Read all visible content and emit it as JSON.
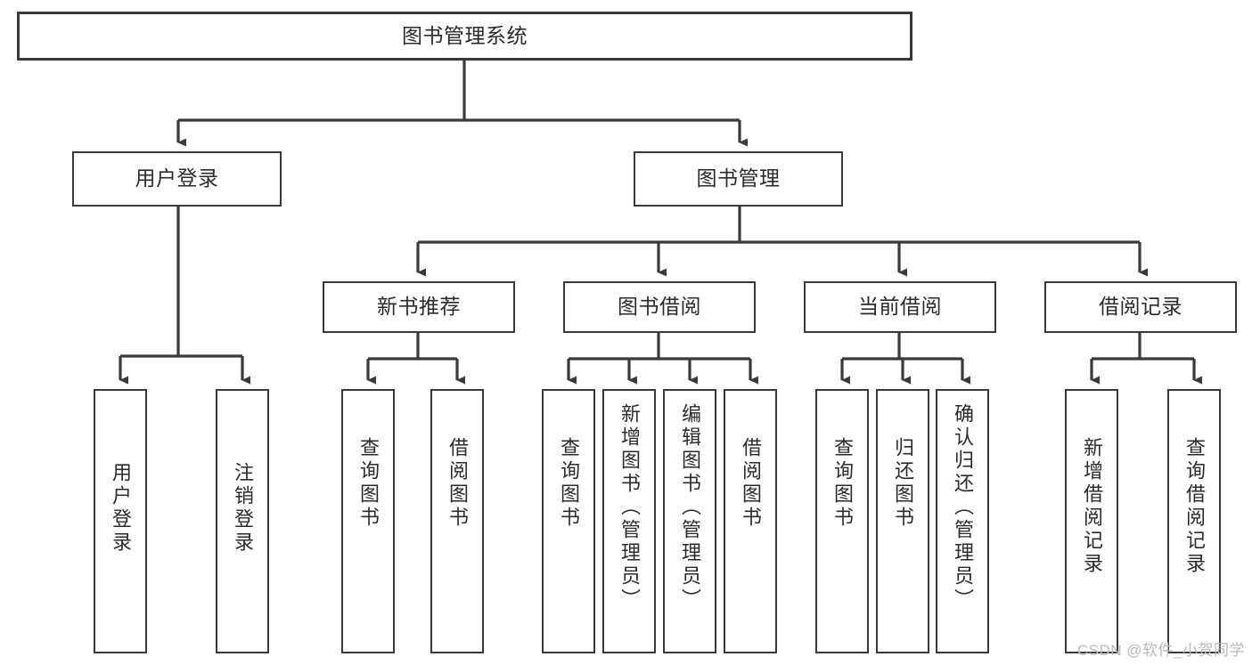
{
  "diagram": {
    "type": "tree",
    "title": "图书管理系统",
    "watermark": "CSDN @软件_小贺同学",
    "colors": {
      "stroke": "#3a3a3a",
      "box_fill": "#ffffff",
      "text": "#2b2b2b",
      "background": "#ffffff",
      "watermark": "#b9b9b9"
    },
    "nodes": {
      "root": {
        "label": "图书管理系统",
        "level": 0
      },
      "user_login": {
        "label": "用户登录",
        "level": 1
      },
      "book_manage": {
        "label": "图书管理",
        "level": 1
      },
      "new_book_rec": {
        "label": "新书推荐",
        "level": 2
      },
      "book_borrow": {
        "label": "图书借阅",
        "level": 2
      },
      "current_borrow": {
        "label": "当前借阅",
        "level": 2
      },
      "borrow_record": {
        "label": "借阅记录",
        "level": 2
      },
      "leaf_user_login": {
        "label": "用户登录",
        "level": 2
      },
      "leaf_logout": {
        "label": "注销登录",
        "level": 2
      },
      "leaf_query_book_1": {
        "label": "查询图书",
        "level": 3
      },
      "leaf_borrow_book_1": {
        "label": "借阅图书",
        "level": 3
      },
      "leaf_query_book_2": {
        "label": "查询图书",
        "level": 3
      },
      "leaf_add_book": {
        "label": "新增图书（管理员）",
        "level": 3
      },
      "leaf_edit_book": {
        "label": "编辑图书（管理员）",
        "level": 3
      },
      "leaf_borrow_book_2": {
        "label": "借阅图书",
        "level": 3
      },
      "leaf_query_book_3": {
        "label": "查询图书",
        "level": 3
      },
      "leaf_return_book": {
        "label": "归还图书",
        "level": 3
      },
      "leaf_confirm_return": {
        "label": "确认归还（管理员）",
        "level": 3
      },
      "leaf_add_record": {
        "label": "新增借阅记录",
        "level": 3
      },
      "leaf_query_record": {
        "label": "查询借阅记录",
        "level": 3
      }
    },
    "edges": [
      {
        "from": "root",
        "to": "user_login"
      },
      {
        "from": "root",
        "to": "book_manage"
      },
      {
        "from": "user_login",
        "to": "leaf_user_login"
      },
      {
        "from": "user_login",
        "to": "leaf_logout"
      },
      {
        "from": "book_manage",
        "to": "new_book_rec"
      },
      {
        "from": "book_manage",
        "to": "book_borrow"
      },
      {
        "from": "book_manage",
        "to": "current_borrow"
      },
      {
        "from": "book_manage",
        "to": "borrow_record"
      },
      {
        "from": "new_book_rec",
        "to": "leaf_query_book_1"
      },
      {
        "from": "new_book_rec",
        "to": "leaf_borrow_book_1"
      },
      {
        "from": "book_borrow",
        "to": "leaf_query_book_2"
      },
      {
        "from": "book_borrow",
        "to": "leaf_add_book"
      },
      {
        "from": "book_borrow",
        "to": "leaf_edit_book"
      },
      {
        "from": "book_borrow",
        "to": "leaf_borrow_book_2"
      },
      {
        "from": "current_borrow",
        "to": "leaf_query_book_3"
      },
      {
        "from": "current_borrow",
        "to": "leaf_return_book"
      },
      {
        "from": "current_borrow",
        "to": "leaf_confirm_return"
      },
      {
        "from": "borrow_record",
        "to": "leaf_add_record"
      },
      {
        "from": "borrow_record",
        "to": "leaf_query_record"
      }
    ]
  }
}
